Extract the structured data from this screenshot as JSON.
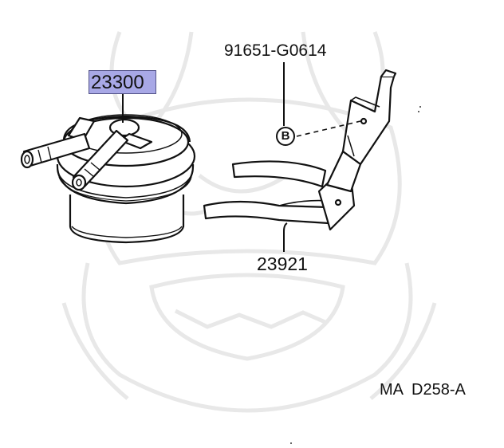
{
  "parts": {
    "fuel_filter_number": "23300",
    "bolt_number": "91651-G0614",
    "bracket_number": "23921",
    "marker_letter": "B",
    "diagram_code": "MA  D258-A"
  },
  "colors": {
    "highlight": "#a8a8e6",
    "line": "#111111",
    "watermark": "#e6e6e6"
  }
}
